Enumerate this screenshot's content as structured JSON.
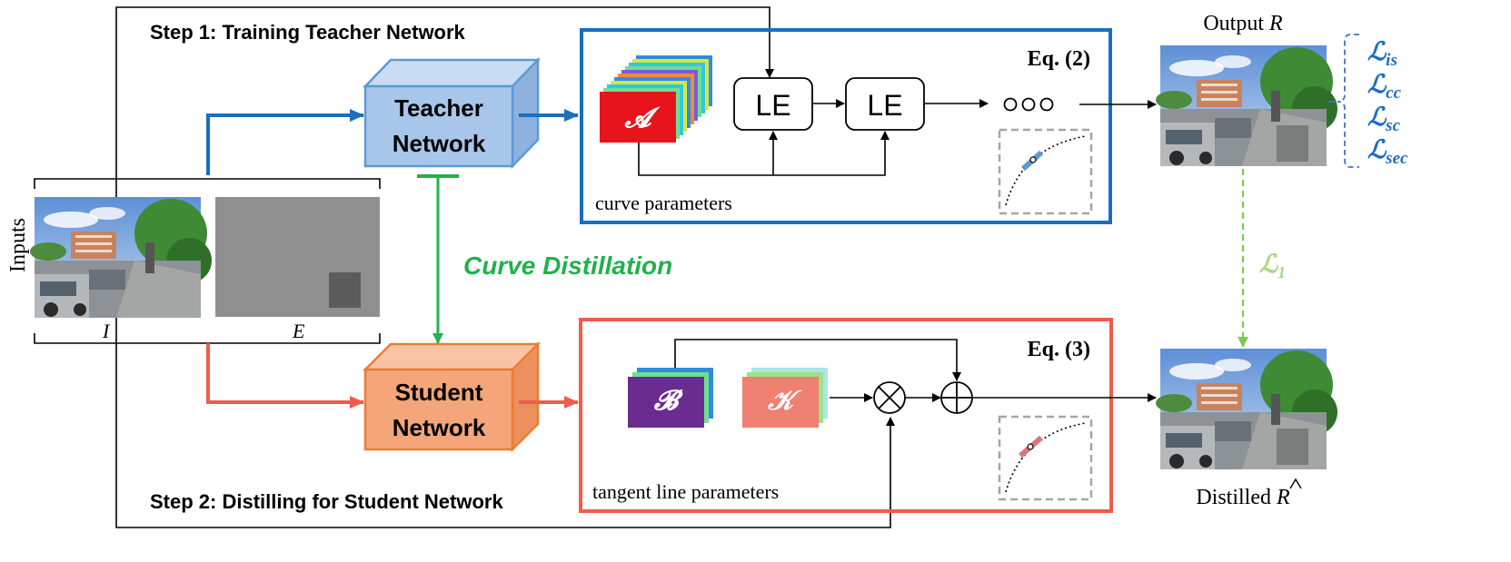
{
  "steps": {
    "step1": "Step 1:  Training Teacher Network",
    "step2": "Step 2: Distilling for Student Network"
  },
  "inputs": {
    "label": "Inputs",
    "image_label": "I",
    "map_label": "E"
  },
  "teacher": {
    "line1": "Teacher",
    "line2": "Network"
  },
  "student": {
    "line1": "Student",
    "line2": "Network"
  },
  "distillation": {
    "label": "Curve Distillation"
  },
  "teacher_box": {
    "eq": "Eq. (2)",
    "stack_symbol": "𝓐",
    "le1": "LE",
    "le2": "LE",
    "caption": "curve parameters"
  },
  "student_box": {
    "eq": "Eq. (3)",
    "stack_b_symbol": "𝓑",
    "stack_k_symbol": "𝒦",
    "caption": "tangent line parameters"
  },
  "output": {
    "top_prefix": "Output",
    "top_var": "R",
    "bottom_prefix": "Distilled",
    "bottom_var": "R"
  },
  "losses": {
    "l_is": "is",
    "l_cc": "cc",
    "l_sc": "sc",
    "l_sec": "sec",
    "l_1": "1",
    "script_l": "ℒ"
  },
  "colors": {
    "blue": "#1a6fbf",
    "red": "#ef5d4a",
    "green": "#22b14c",
    "light_green": "#92d36e",
    "teacher_fill": "#a7c6ea",
    "student_fill": "#f4a57a",
    "stack_a": "#e8141b",
    "stack_b": "#6a2c91",
    "stack_k": "#f08070"
  }
}
